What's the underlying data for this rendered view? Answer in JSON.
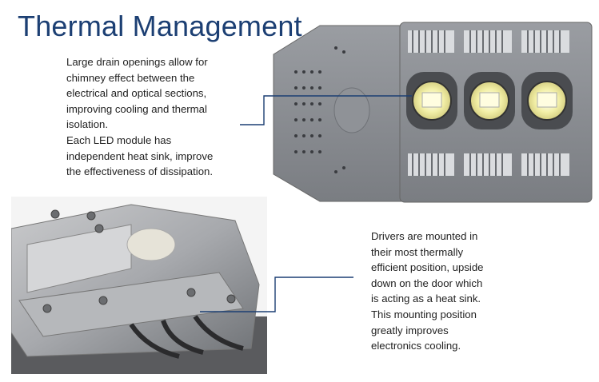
{
  "title": "Thermal Management",
  "section_top": {
    "lines": [
      "Large drain openings allow for",
      "chimney effect between the",
      "electrical and optical sections,",
      "improving cooling and thermal",
      "isolation.",
      "Each LED module has",
      "independent heat sink, improve",
      "the effectiveness of dissipation."
    ]
  },
  "section_bottom": {
    "lines": [
      "Drivers are mounted in",
      "their most thermally",
      "efficient position, upside",
      "down on the door which",
      "is acting as a heat sink.",
      "This mounting position",
      "greatly improves",
      "electronics cooling."
    ]
  },
  "colors": {
    "title": "#1c3f73",
    "callout_line": "#1c3f73",
    "housing": "#8a8d92",
    "led": "#f3f0a8"
  }
}
